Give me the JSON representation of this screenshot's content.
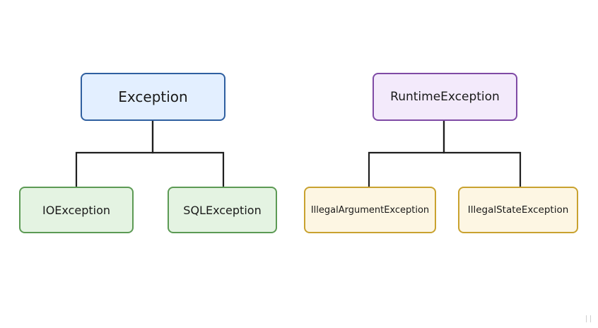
{
  "diagram": {
    "nodes": {
      "exception": "Exception",
      "runtime_exception": "RuntimeException",
      "io_exception": "IOException",
      "sql_exception": "SQLException",
      "illegal_argument_exception": "IllegalArgumentException",
      "illegal_state_exception": "IllegalStateException"
    },
    "edges": [
      {
        "from": "Exception",
        "to": "IOException"
      },
      {
        "from": "Exception",
        "to": "SQLException"
      },
      {
        "from": "RuntimeException",
        "to": "IllegalArgumentException"
      },
      {
        "from": "RuntimeException",
        "to": "IllegalStateException"
      }
    ],
    "colors": {
      "exception_fill": "#e3efff",
      "exception_border": "#2f5fa0",
      "runtime_fill": "#f3eafb",
      "runtime_border": "#7f4aa5",
      "checked_child_fill": "#e4f3e2",
      "checked_child_border": "#5c9a54",
      "runtime_child_fill": "#fdf6e3",
      "runtime_child_border": "#c9a22f",
      "connector": "#1f1f1f"
    }
  }
}
